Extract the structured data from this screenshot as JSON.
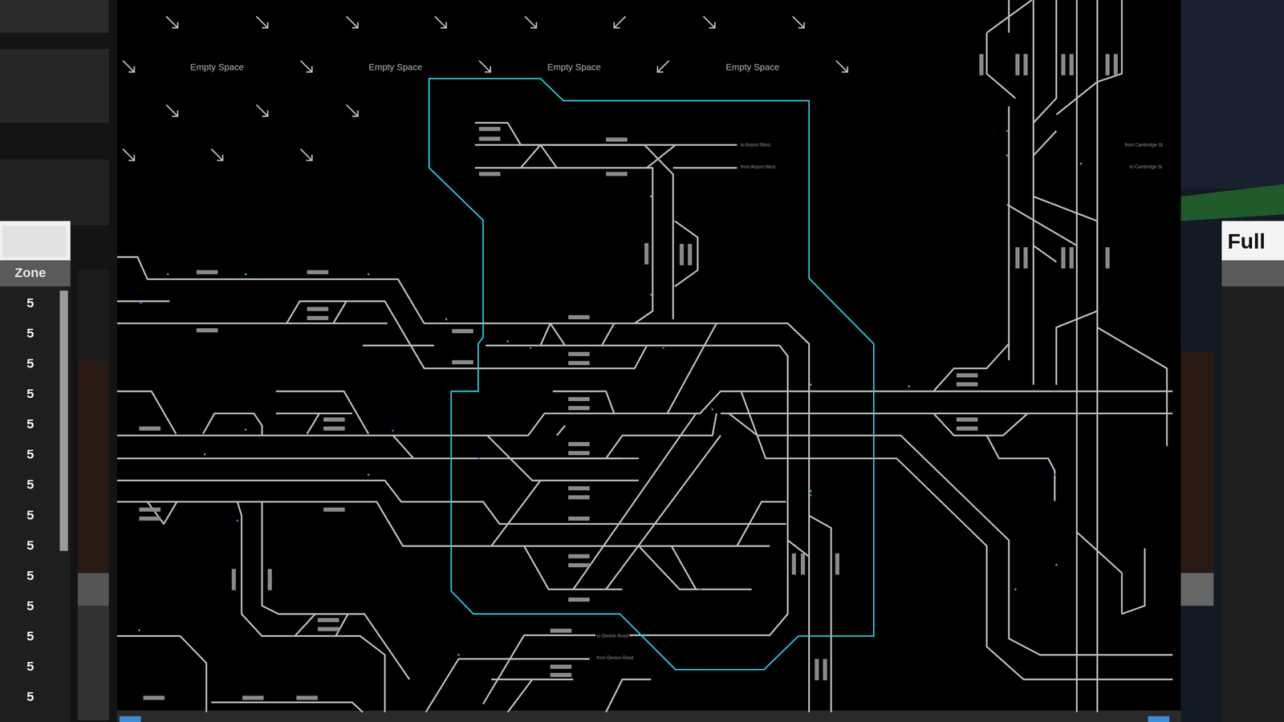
{
  "diagram": {
    "labels": [
      "Empty Space",
      "Empty Space",
      "Empty Space",
      "Empty Space",
      "Full",
      "Zone",
      "5",
      "5",
      "5",
      "5",
      "5",
      "5",
      "5",
      "5",
      "5",
      "5",
      "5",
      "5",
      "5",
      "5",
      "to Airport West",
      "from Airport West",
      "from Cambridge St",
      "to Cambridge St",
      "to Denton Road",
      "from Denton Road"
    ]
  }
}
